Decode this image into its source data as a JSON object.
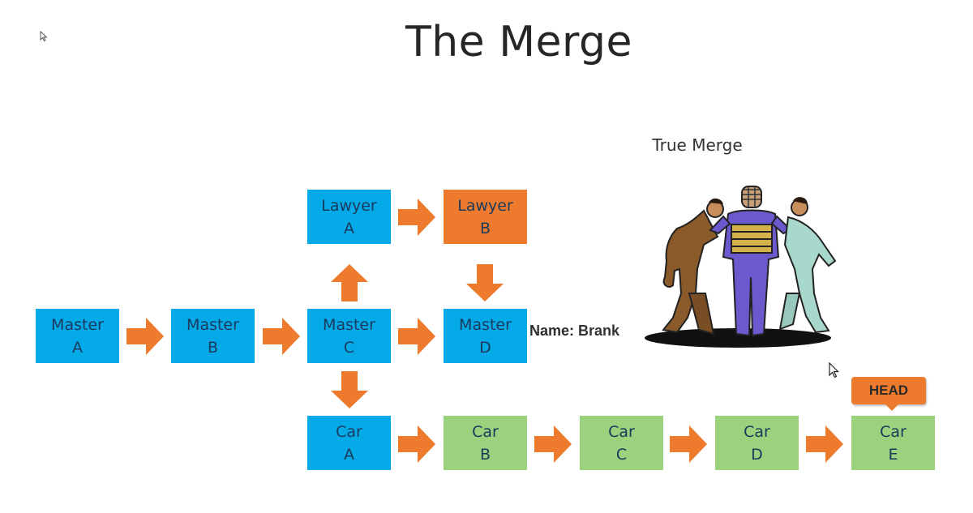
{
  "title": "The Merge",
  "subtitle": "True Merge",
  "nodes": {
    "master_a": {
      "line1": "Master",
      "line2": "A",
      "color": "#04a9e8"
    },
    "master_b": {
      "line1": "Master",
      "line2": "B",
      "color": "#04a9e8"
    },
    "master_c": {
      "line1": "Master",
      "line2": "C",
      "color": "#04a9e8"
    },
    "master_d": {
      "line1": "Master",
      "line2": "D",
      "color": "#04a9e8"
    },
    "lawyer_a": {
      "line1": "Lawyer",
      "line2": "A",
      "color": "#04a9e8"
    },
    "lawyer_b": {
      "line1": "Lawyer",
      "line2": "B",
      "color": "#ee7a2d"
    },
    "car_a": {
      "line1": "Car",
      "line2": "A",
      "color": "#04a9e8"
    },
    "car_b": {
      "line1": "Car",
      "line2": "B",
      "color": "#9ad27d"
    },
    "car_c": {
      "line1": "Car",
      "line2": "C",
      "color": "#9ad27d"
    },
    "car_d": {
      "line1": "Car",
      "line2": "D",
      "color": "#9ad27d"
    },
    "car_e": {
      "line1": "Car",
      "line2": "E",
      "color": "#9ad27d"
    }
  },
  "name_label": {
    "key": "Name:",
    "value": "Brank"
  },
  "head_label": "HEAD",
  "colors": {
    "arrow": "#ee7a2d",
    "blue": "#04a9e8",
    "orange": "#ee7a2d",
    "green": "#9ad27d"
  },
  "illustration": "three-men-referee-merge"
}
